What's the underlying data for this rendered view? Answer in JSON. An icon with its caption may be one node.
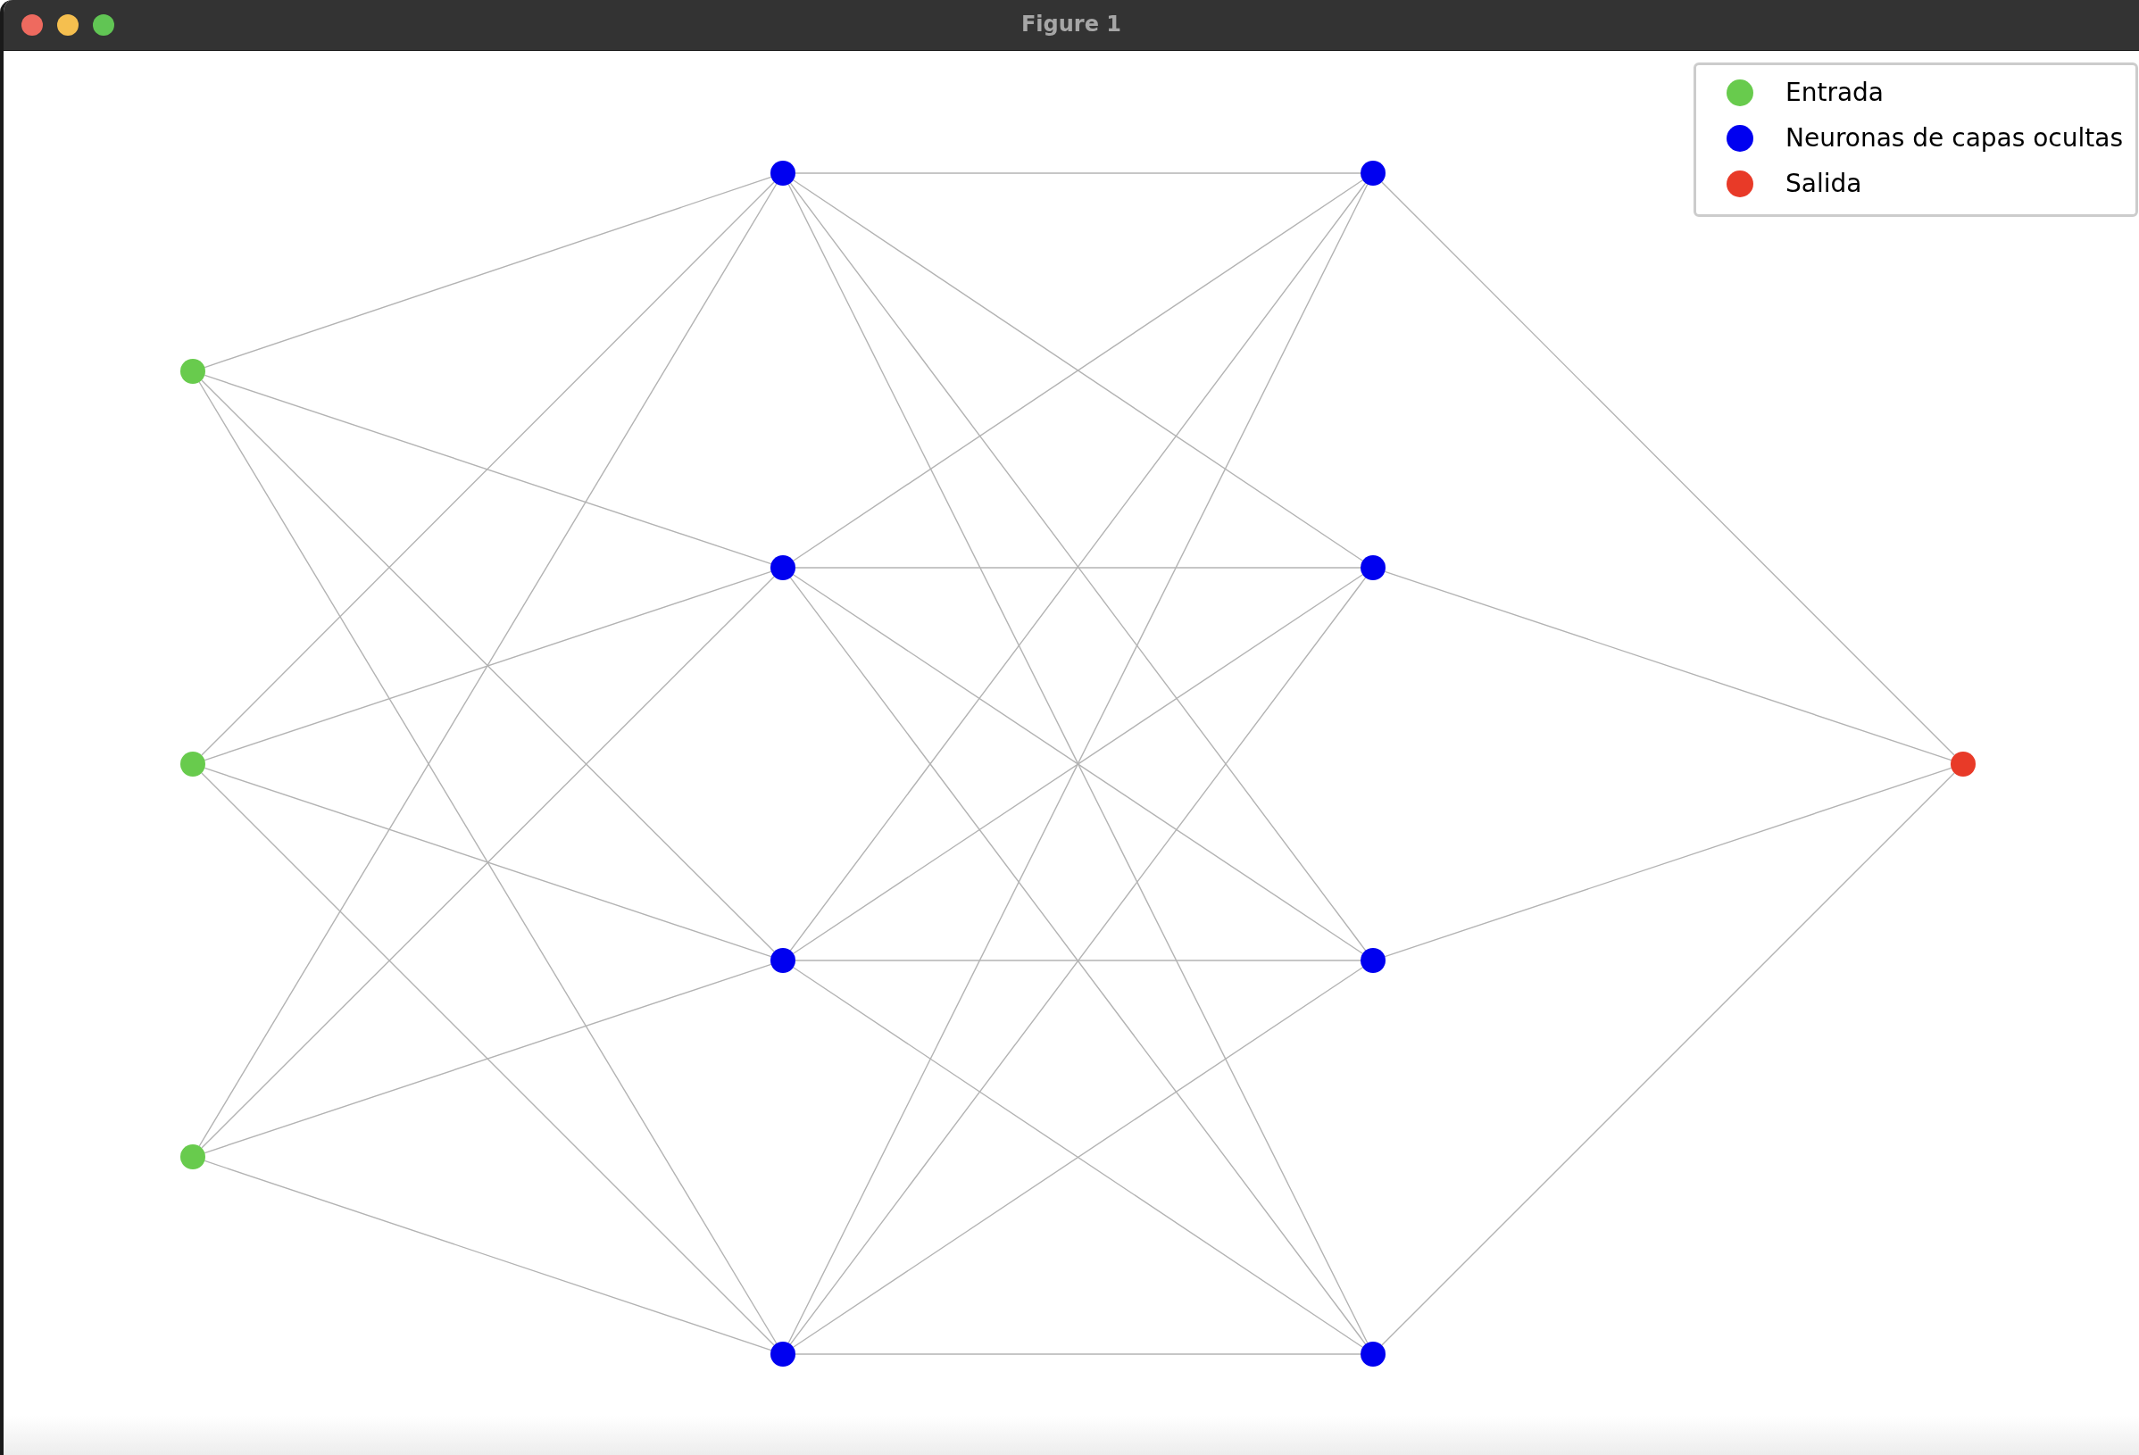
{
  "diagram": {
    "title": "Figure 1",
    "nodes": [
      {
        "text": [],
        "shape": "circle"
      },
      {
        "text": [],
        "shape": "circle"
      },
      {
        "text": [],
        "shape": "circle"
      },
      {
        "text": [],
        "shape": "circle"
      },
      {
        "text": [],
        "shape": "circle"
      },
      {
        "text": [],
        "shape": "circle"
      },
      {
        "text": [],
        "shape": "circle"
      },
      {
        "text": [],
        "shape": "circle"
      },
      {
        "text": [],
        "shape": "circle"
      },
      {
        "text": [],
        "shape": "circle"
      },
      {
        "text": [],
        "shape": "circle"
      },
      {
        "text": [],
        "shape": "circle"
      }
    ],
    "edges": [
      {
        "from": 0,
        "to": 3,
        "arrow": "none"
      },
      {
        "from": 0,
        "to": 4,
        "arrow": "none"
      },
      {
        "from": 0,
        "to": 5,
        "arrow": "none"
      },
      {
        "from": 0,
        "to": 6,
        "arrow": "none"
      },
      {
        "from": 1,
        "to": 3,
        "arrow": "none"
      },
      {
        "from": 1,
        "to": 4,
        "arrow": "none"
      },
      {
        "from": 1,
        "to": 5,
        "arrow": "none"
      },
      {
        "from": 1,
        "to": 6,
        "arrow": "none"
      },
      {
        "from": 2,
        "to": 3,
        "arrow": "none"
      },
      {
        "from": 2,
        "to": 4,
        "arrow": "none"
      },
      {
        "from": 2,
        "to": 5,
        "arrow": "none"
      },
      {
        "from": 2,
        "to": 6,
        "arrow": "none"
      },
      {
        "from": 3,
        "to": 7,
        "arrow": "none"
      },
      {
        "from": 3,
        "to": 8,
        "arrow": "none"
      },
      {
        "from": 3,
        "to": 9,
        "arrow": "none"
      },
      {
        "from": 3,
        "to": 10,
        "arrow": "none"
      },
      {
        "from": 4,
        "to": 7,
        "arrow": "none"
      },
      {
        "from": 4,
        "to": 8,
        "arrow": "none"
      },
      {
        "from": 4,
        "to": 9,
        "arrow": "none"
      },
      {
        "from": 4,
        "to": 10,
        "arrow": "none"
      },
      {
        "from": 5,
        "to": 7,
        "arrow": "none"
      },
      {
        "from": 5,
        "to": 8,
        "arrow": "none"
      },
      {
        "from": 5,
        "to": 9,
        "arrow": "none"
      },
      {
        "from": 5,
        "to": 10,
        "arrow": "none"
      },
      {
        "from": 6,
        "to": 7,
        "arrow": "none"
      },
      {
        "from": 6,
        "to": 8,
        "arrow": "none"
      },
      {
        "from": 6,
        "to": 9,
        "arrow": "none"
      },
      {
        "from": 6,
        "to": 10,
        "arrow": "none"
      },
      {
        "from": 7,
        "to": 11,
        "arrow": "none"
      },
      {
        "from": 8,
        "to": 11,
        "arrow": "none"
      },
      {
        "from": 9,
        "to": 11,
        "arrow": "none"
      },
      {
        "from": 10,
        "to": 11,
        "arrow": "none"
      }
    ],
    "legend": [
      {
        "text": "Entrada",
        "color": "#68cb4d"
      },
      {
        "text": "Neuronas de capas ocultas",
        "color": "#0000f0"
      },
      {
        "text": "Salida",
        "color": "#e83a28"
      }
    ]
  }
}
